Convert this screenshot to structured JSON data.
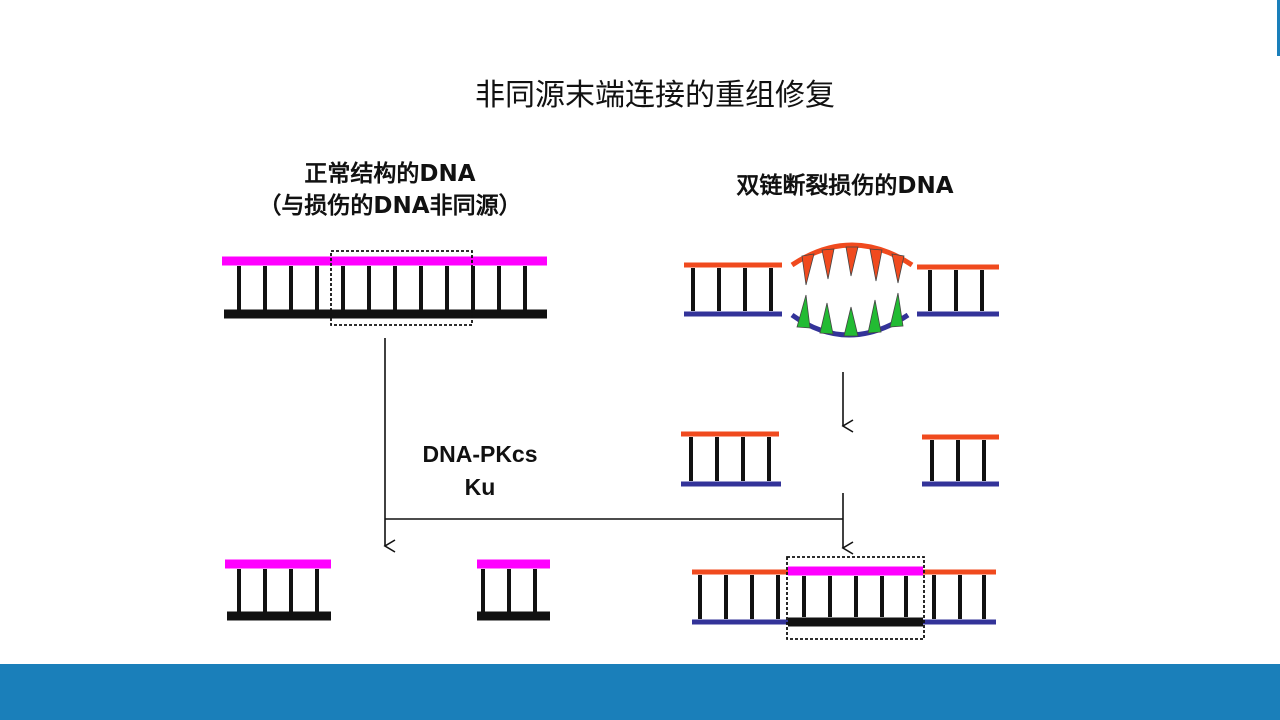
{
  "slide": {
    "title": "非同源末端连接的重组修复",
    "left_label_line1": "正常结构的DNA",
    "left_label_line2": "（与损伤的DNA非同源）",
    "right_label": "双链断裂损伤的DNA",
    "enzyme_line1": "DNA-PKcs",
    "enzyme_line2": "Ku"
  },
  "colors": {
    "magenta": "#ff00ff",
    "black": "#111111",
    "red": "#f04a1e",
    "navy": "#333399",
    "green": "#22bb33",
    "accent": "#1a7fba"
  }
}
